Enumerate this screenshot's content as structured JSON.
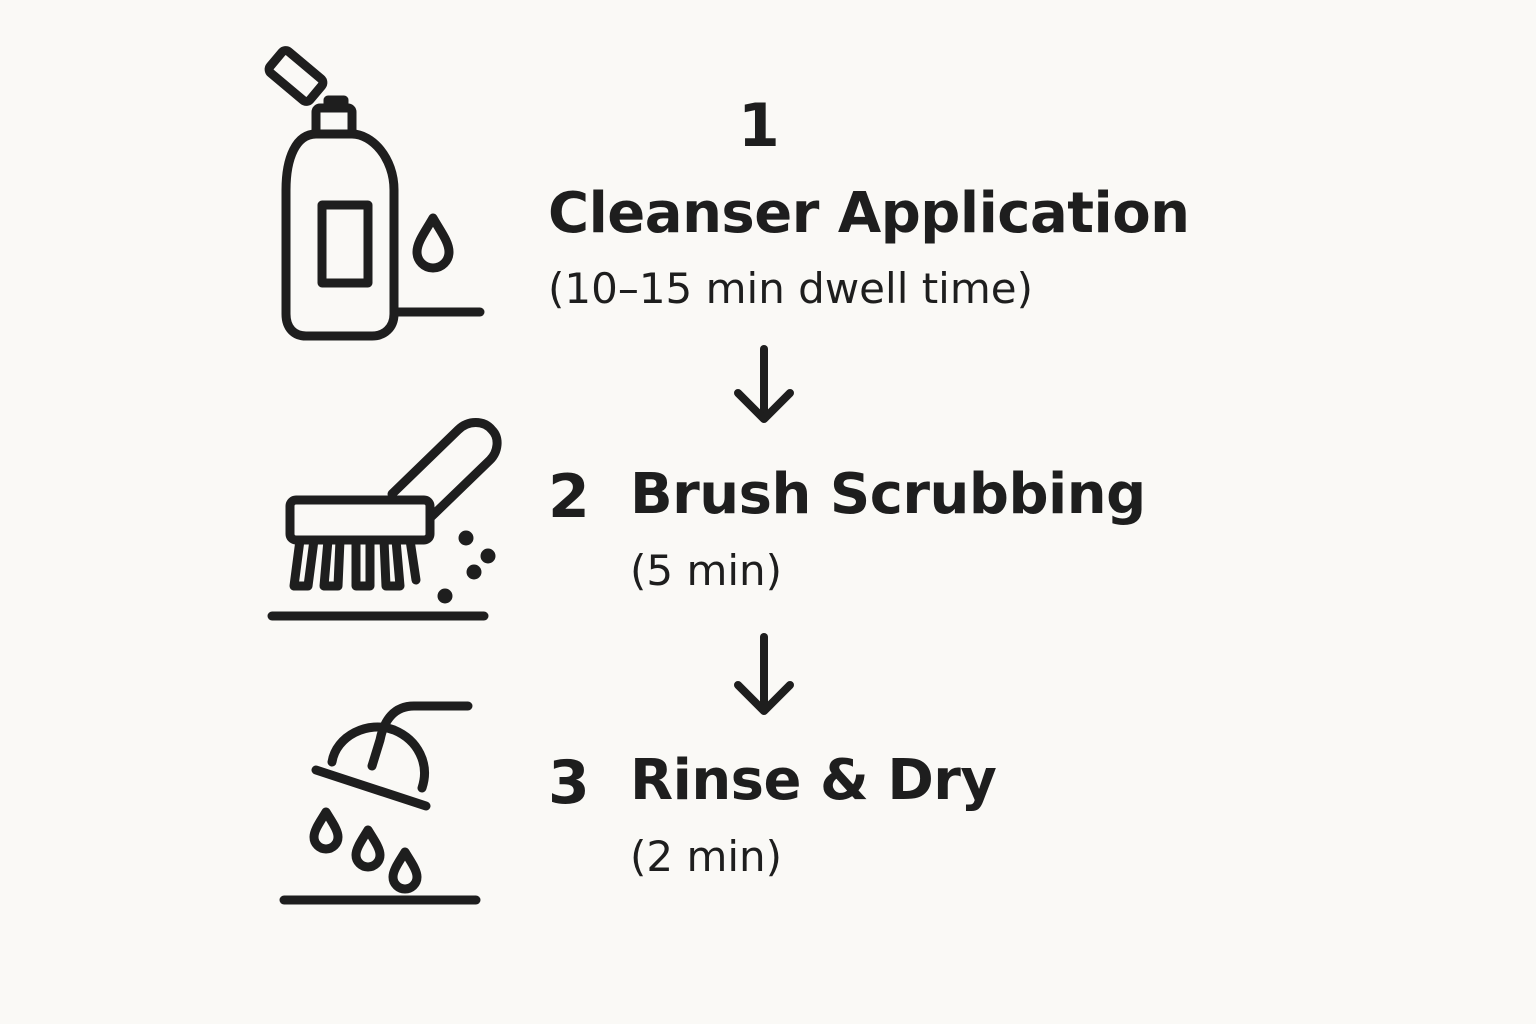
{
  "steps": [
    {
      "number": "1",
      "title": "Cleanser Application",
      "duration": "(10–15 min dwell time)",
      "icon": "spray-bottle-icon"
    },
    {
      "number": "2",
      "title": "Brush Scrubbing",
      "duration": "(5 min)",
      "icon": "scrub-brush-icon"
    },
    {
      "number": "3",
      "title": "Rinse & Dry",
      "duration": "(2 min)",
      "icon": "shower-head-icon"
    }
  ],
  "connectors": [
    "down-arrow-icon",
    "down-arrow-icon"
  ],
  "colors": {
    "background": "#faf9f6",
    "ink": "#1e1e1e"
  }
}
